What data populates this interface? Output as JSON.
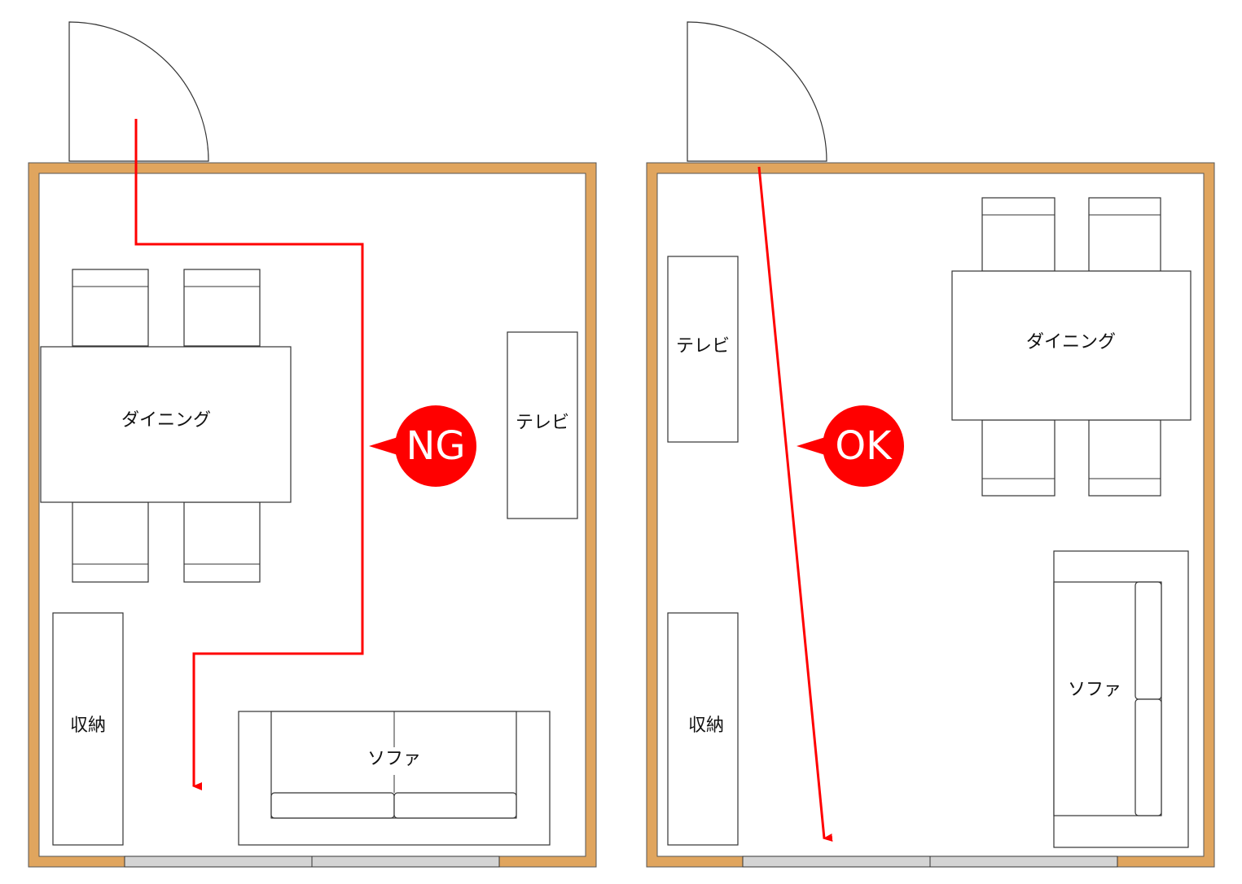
{
  "colors": {
    "wall": "#e0a55e",
    "route": "#ff0000",
    "badge": "#ff0000",
    "window": "#d4d4d4"
  },
  "left": {
    "badge": "NG",
    "dining": "ダイニング",
    "tv": "テレビ",
    "storage": "収納",
    "sofa": "ソファ"
  },
  "right": {
    "badge": "OK",
    "dining": "ダイニング",
    "tv": "テレビ",
    "storage": "収納",
    "sofa": "ソファ"
  }
}
